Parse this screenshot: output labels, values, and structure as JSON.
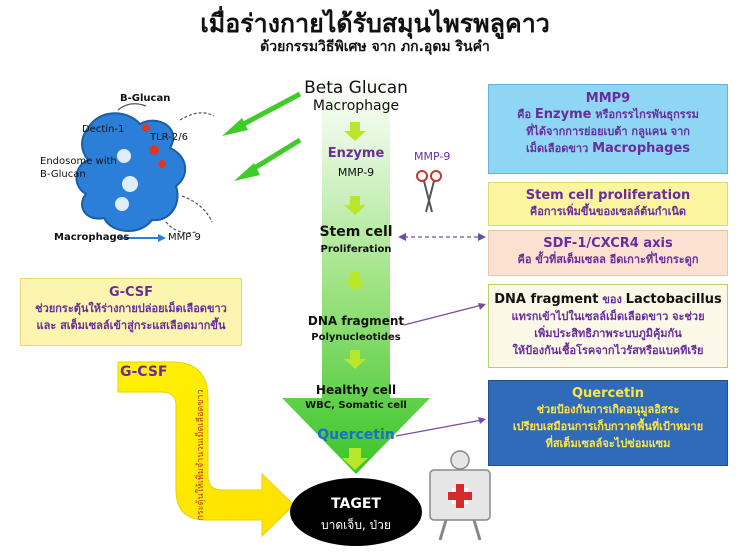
{
  "title": "เมื่อร่างกายได้รับสมุนไพรพลูคาว",
  "subtitle": "ด้วยกรรมวิธีพิเศษ จาก ภก.อุดม รินคำ",
  "flow": {
    "beta_glucan": "Beta Glucan",
    "macrophage": "Macrophage",
    "enzyme": "Enzyme",
    "mmp9": "MMP-9",
    "stem_cell": "Stem cell",
    "proliferation": "Proliferation",
    "dna_fragment": "DNA fragment",
    "polynucleotides": "Polynucleotides",
    "healthy_cell": "Healthy cell",
    "wbc_somatic": "WBC, Somatic cell",
    "quercetin": "Quercetin",
    "target": "TAGET",
    "target_sub": "บาดเจ็บ, ป่วย"
  },
  "scissors_label": "MMP-9",
  "cell_diagram": {
    "b_glucan_top": "B-Glucan",
    "dectin": "Dectin-1",
    "tlr": "TLR-2/6",
    "endosome": "Endosome with",
    "b_glucan_mid": "B-Glucan",
    "macrophages": "Macrophages",
    "mmp9": "MMP 9"
  },
  "gcsf_box": {
    "heading": "G-CSF",
    "line1": "ช่วยกระตุ้นให้ร่างกายปล่อยเม็ดเลือดขาว",
    "line2": "และ สเต็มเซลล์เข้าสู่กระแสเลือดมากขึ้น"
  },
  "gcsf_arrow": {
    "label": "G-CSF",
    "vertical_text": "กระตุ้นให้เพิ่มจำนวนเม็ดเลือดขาว"
  },
  "mmp9_box": {
    "heading": "MMP9",
    "line1_pre": "คือ ",
    "line1_em": "Enzyme",
    "line1_post": " หรือกรรไกรพันธุกรรม",
    "line2": "ที่ได้จากการย่อยเบต้า กลูแคน จาก",
    "line3_pre": "เม็ดเลือดขาว ",
    "line3_em": "Macrophages"
  },
  "stem_box": {
    "heading": "Stem cell proliferation",
    "line1": "คือการเพิ่มขึ้นของเซลล์ต้นกำเนิด"
  },
  "sdf_box": {
    "heading": "SDF-1/CXCR4 axis",
    "line1": "คือ ขั้วที่สเต็มเซลล อีดเกาะที่ไขกระดูก"
  },
  "dna_box": {
    "heading_a": "DNA fragment",
    "heading_b": " ของ ",
    "heading_c": "Lactobacillus",
    "line1": "แทรกเข้าไปในเซลล์เม็ดเลือดขาว จะช่วย",
    "line2": "เพิ่มประสิทธิภาพระบบภูมิคุ้มกัน",
    "line3": "ให้ป้องกันเชื้อโรคจากไวรัสหรือแบคทีเรีย"
  },
  "quercetin_box": {
    "heading": "Quercetin",
    "line1": "ช่วยป้องกันการเกิดอนุมูลอิสระ",
    "line2": "เปรียบเสมือนการเก็บกวาดพื้นที่เป้าหมาย",
    "line3": "ที่สเต็มเซลล์จะไปซ่อมแซม"
  },
  "colors": {
    "arrow_green": "#39c829",
    "mmp9_box": "#8fd6f5",
    "stem_box": "#fbf5a0",
    "sdf_box": "#fbe2d0",
    "dna_box": "#fbf8e8",
    "quercetin_box": "#2f6bb8",
    "gcsf_box": "#fbf5b0",
    "purple": "#6a2c9c",
    "cell_blue": "#2c7fd8"
  }
}
